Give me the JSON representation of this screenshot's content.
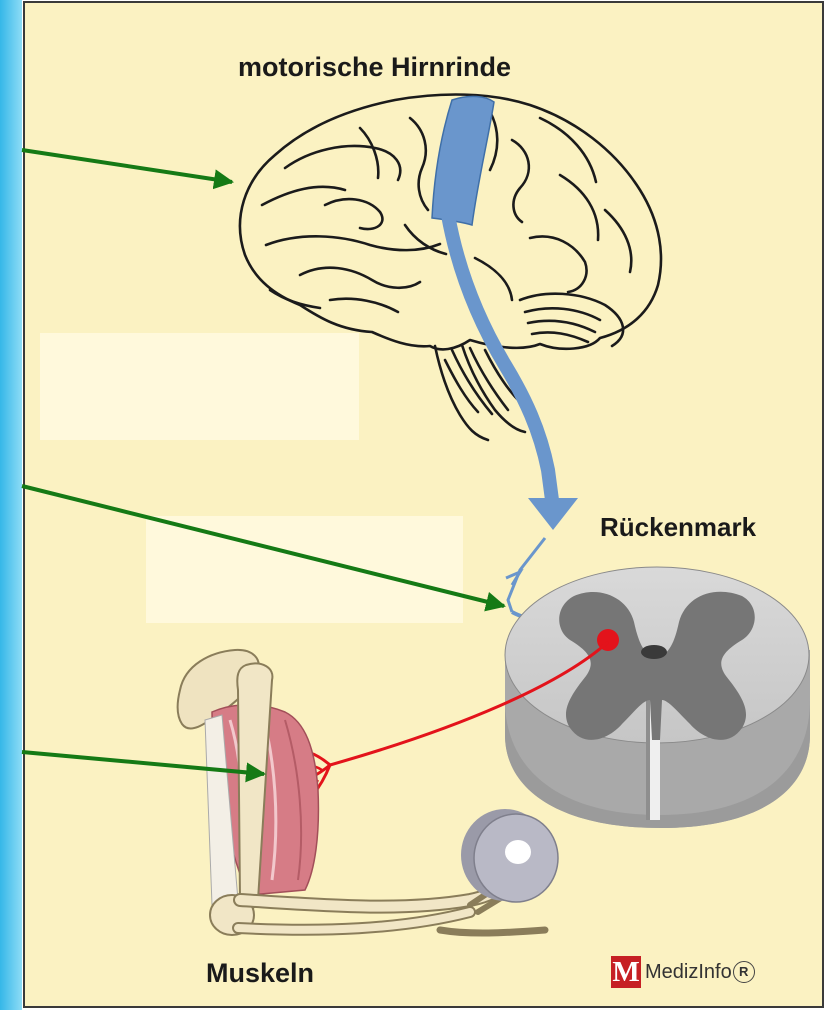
{
  "labels": {
    "cortex": "motorische Hirnrinde",
    "spinal_cord": "Rückenmark",
    "muscles": "Muskeln"
  },
  "brand": {
    "logo_letter": "M",
    "name": "MedizInfo",
    "registered_mark": "R"
  },
  "colors": {
    "panel_background": "#fbf2c2",
    "side_strip": "#5cc8ee",
    "pathway_blue": "#6a96cc",
    "motor_neuron_red": "#e3131b",
    "pointer_arrow_green": "#157a15",
    "spinal_gray_matter": "#767676",
    "spinal_white_matter": "#cfcfcf",
    "muscle_red": "#d67c86",
    "brand_red": "#c62024"
  },
  "icons": [
    "brain-icon",
    "spinal-cord-icon",
    "arm-icon",
    "weight-disc-icon",
    "green-pointer-arrow"
  ]
}
